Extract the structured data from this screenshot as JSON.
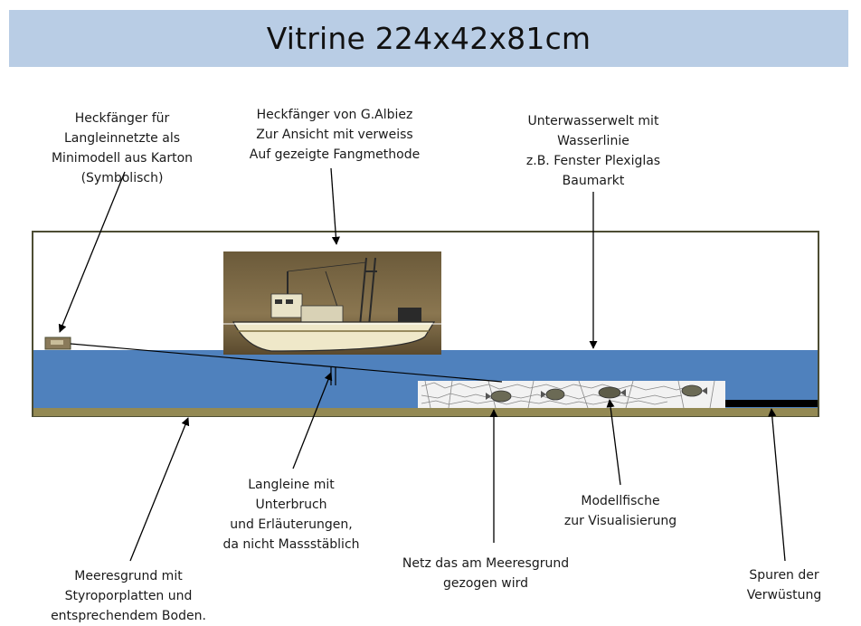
{
  "title": "Vitrine 224x42x81cm",
  "labels": {
    "minimodel": [
      "Heckfänger für",
      "Langleinnetzte als",
      "Minimodell aus Karton",
      "(Symbolisch)"
    ],
    "heckfaenger": [
      "Heckfänger von G.Albiez",
      "Zur Ansicht mit verweiss",
      "Auf gezeigte Fangmethode"
    ],
    "unterwasserwelt": [
      "Unterwasserwelt mit",
      "Wasserlinie",
      "z.B. Fenster Plexiglas",
      "Baumarkt"
    ],
    "langleine": [
      "Langleine mit",
      "Unterbruch",
      "und Erläuterungen,",
      "da nicht Massstäblich"
    ],
    "modellfische": [
      "Modellfische",
      "zur Visualisierung"
    ],
    "netz": [
      "Netz das am Meeresgrund",
      "gezogen wird"
    ],
    "meeresgrund": [
      "Meeresgrund mit",
      "Styroporplatten und",
      "entsprechendem Boden."
    ],
    "spuren": [
      "Spuren der",
      "Verwüstung"
    ]
  },
  "colors": {
    "title_bg": "#b9cde5",
    "water": "#4f81bd",
    "seabed": "#938953",
    "frame": "#4d4d33",
    "damage": "#000000"
  }
}
